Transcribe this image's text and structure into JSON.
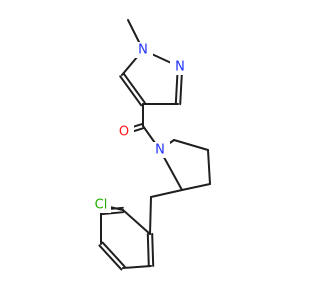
{
  "molecule": {
    "atoms": [
      {
        "label": "N",
        "color": "#1e30ff"
      },
      {
        "label": "N",
        "color": "#1e30ff"
      },
      {
        "label": "O",
        "color": "#ff1a1a"
      },
      {
        "label": "N",
        "color": "#1e30ff"
      },
      {
        "label": "Cl",
        "color": "#22b000"
      }
    ]
  }
}
